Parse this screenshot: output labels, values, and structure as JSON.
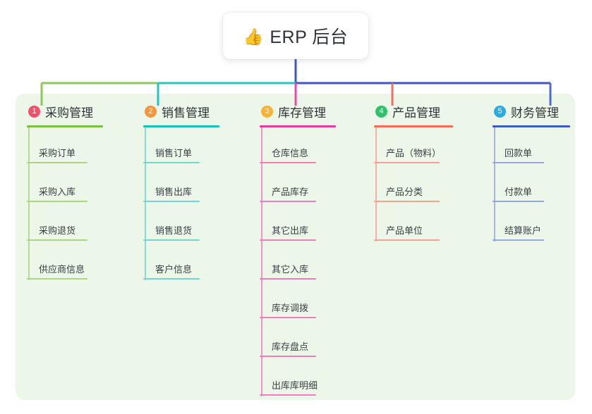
{
  "root": {
    "icon": "thumbs-up-emoji",
    "emoji": "👍",
    "title": "ERP 后台"
  },
  "theme": {
    "panel_bg": "#edf7e9",
    "card_bg": "#ffffff",
    "text": "#2f3338",
    "leaf_text": "#3a3f45",
    "root_stem": "#4055c4"
  },
  "columns": [
    {
      "index": "1",
      "title": "采购管理",
      "badge_color": "#f0506a",
      "rule_color": "#7ac143",
      "line_color": "#8cc85b",
      "leaf_rule_color": "#a9d67f",
      "leaves": [
        {
          "label": "采购订单"
        },
        {
          "label": "采购入库"
        },
        {
          "label": "采购退货"
        },
        {
          "label": "供应商信息"
        }
      ]
    },
    {
      "index": "2",
      "title": "销售管理",
      "badge_color": "#f5953e",
      "rule_color": "#13c2bb",
      "line_color": "#25c6c0",
      "leaf_rule_color": "#6fd6d1",
      "leaves": [
        {
          "label": "销售订单"
        },
        {
          "label": "销售出库"
        },
        {
          "label": "销售退货"
        },
        {
          "label": "客户信息"
        }
      ]
    },
    {
      "index": "3",
      "title": "库存管理",
      "badge_color": "#f9b233",
      "rule_color": "#e8399f",
      "line_color": "#ee4aa4",
      "leaf_rule_color": "#f07cbd",
      "leaves": [
        {
          "label": "仓库信息"
        },
        {
          "label": "产品库存"
        },
        {
          "label": "其它出库"
        },
        {
          "label": "其它入库"
        },
        {
          "label": "库存调拨"
        },
        {
          "label": "库存盘点"
        },
        {
          "label": "出库库明细"
        }
      ]
    },
    {
      "index": "4",
      "title": "产品管理",
      "badge_color": "#2ec26a",
      "rule_color": "#f96a55",
      "line_color": "#f4705c",
      "leaf_rule_color": "#f8a193",
      "leaves": [
        {
          "label": "产品（物料）"
        },
        {
          "label": "产品分类"
        },
        {
          "label": "产品单位"
        }
      ]
    },
    {
      "index": "5",
      "title": "财务管理",
      "badge_color": "#29abe2",
      "rule_color": "#3a5bc7",
      "line_color": "#4c6bd0",
      "leaf_rule_color": "#93a8e0",
      "leaves": [
        {
          "label": "回款单"
        },
        {
          "label": "付款单"
        },
        {
          "label": "结算账户"
        }
      ]
    }
  ]
}
